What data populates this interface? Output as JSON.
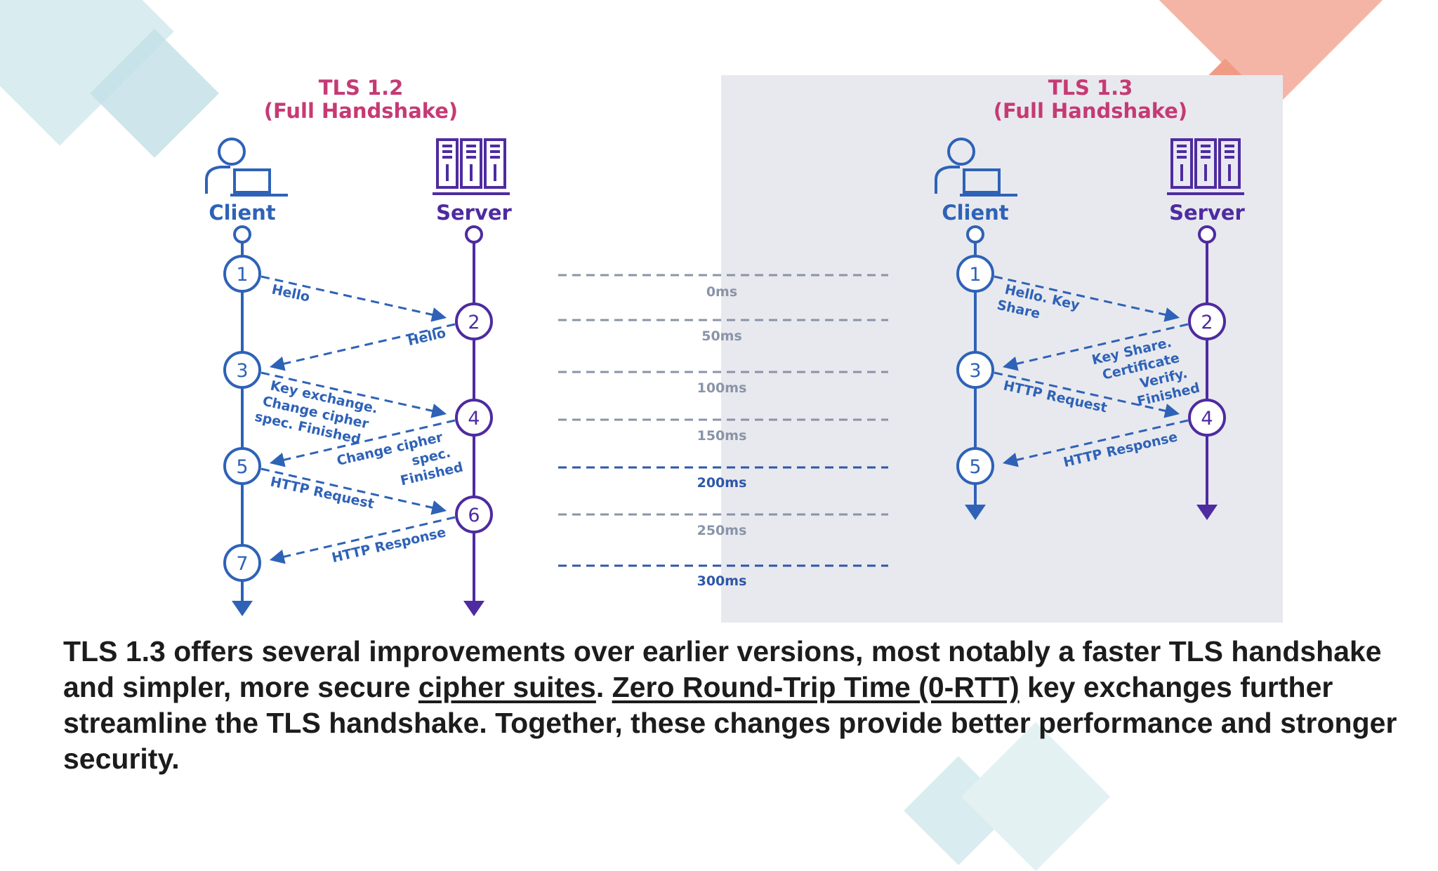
{
  "colors": {
    "blue": "#2e62b7",
    "purple": "#4e2ba0",
    "title": "#c63a74",
    "tick": "#8a94a8",
    "tick_bold": "#2e57a8",
    "panel": "#e8e9ee",
    "deco_teal": "#cfe6ea",
    "deco_salmon": "#f5b5a6"
  },
  "left": {
    "title_line1": "TLS 1.2",
    "title_line2": "(Full Handshake)",
    "client_label": "Client",
    "server_label": "Server",
    "client_icon": "user-laptop-icon",
    "server_icon": "server-rack-icon",
    "steps": [
      {
        "n": "1",
        "side": "client"
      },
      {
        "n": "2",
        "side": "server"
      },
      {
        "n": "3",
        "side": "client"
      },
      {
        "n": "4",
        "side": "server"
      },
      {
        "n": "5",
        "side": "client"
      },
      {
        "n": "6",
        "side": "server"
      },
      {
        "n": "7",
        "side": "client"
      }
    ],
    "messages": [
      {
        "lines": [
          "Hello"
        ]
      },
      {
        "lines": [
          "Hello"
        ]
      },
      {
        "lines": [
          "Key exchange.",
          "Change cipher",
          "spec. Finished"
        ]
      },
      {
        "lines": [
          "Change cipher",
          "spec.",
          "Finished"
        ]
      },
      {
        "lines": [
          "HTTP Request"
        ]
      },
      {
        "lines": [
          "HTTP Response"
        ]
      }
    ]
  },
  "right": {
    "title_line1": "TLS 1.3",
    "title_line2": "(Full Handshake)",
    "client_label": "Client",
    "server_label": "Server",
    "client_icon": "user-laptop-icon",
    "server_icon": "server-rack-icon",
    "steps": [
      {
        "n": "1",
        "side": "client"
      },
      {
        "n": "2",
        "side": "server"
      },
      {
        "n": "3",
        "side": "client"
      },
      {
        "n": "4",
        "side": "server"
      },
      {
        "n": "5",
        "side": "client"
      }
    ],
    "messages": [
      {
        "lines": [
          "Hello. Key",
          "Share"
        ]
      },
      {
        "lines": [
          "Key Share.",
          "Certificate",
          "Verify.",
          "Finished"
        ]
      },
      {
        "lines": [
          "HTTP Request"
        ]
      },
      {
        "lines": [
          "HTTP Response"
        ]
      }
    ]
  },
  "timeline": [
    {
      "label": "0ms",
      "bold": false
    },
    {
      "label": "50ms",
      "bold": false
    },
    {
      "label": "100ms",
      "bold": false
    },
    {
      "label": "150ms",
      "bold": false
    },
    {
      "label": "200ms",
      "bold": true
    },
    {
      "label": "250ms",
      "bold": false
    },
    {
      "label": "300ms",
      "bold": true
    }
  ],
  "caption": {
    "part1": "TLS 1.3 offers several improvements over earlier versions, most notably a faster TLS handshake and simpler, more secure ",
    "link1": "cipher suites",
    "part2": ". ",
    "link2": "Zero Round-Trip Time (0-RTT)",
    "part3": " key exchanges further streamline the TLS handshake. Together, these changes provide better performance and stronger security."
  }
}
